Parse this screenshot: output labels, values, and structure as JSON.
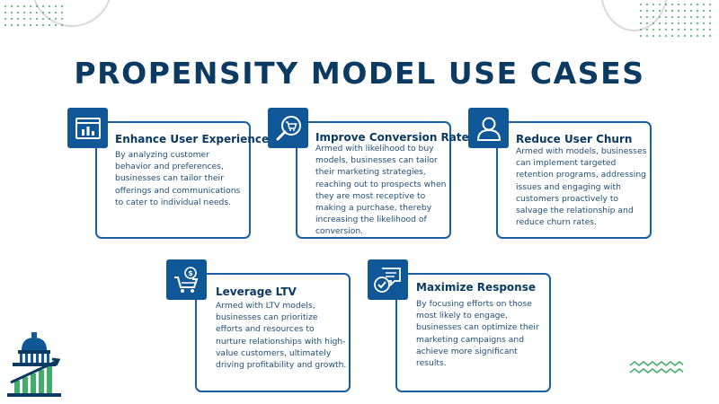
{
  "title": "PROPENSITY MODEL USE CASES",
  "cards": [
    {
      "title": "Enhance User Experience",
      "body": "By analyzing customer behavior and preferences, businesses can tailor their offerings and communications to cater to individual needs.",
      "icon": "bar-chart-window-icon"
    },
    {
      "title": "Improve Conversion Rate",
      "body": "Armed with likelihood to buy models, businesses can tailor their marketing strategies, reaching out to prospects when they are most receptive to making a purchase, thereby increasing the likelihood of conversion.",
      "icon": "shopping-cart-magnifier-icon"
    },
    {
      "title": "Reduce User Churn",
      "body": "Armed with models, businesses can implement targeted retention programs, addressing issues and engaging with customers proactively to salvage the relationship and reduce churn rates.",
      "icon": "user-icon"
    },
    {
      "title": "Leverage LTV",
      "body": "Armed with LTV models, businesses can prioritize efforts and resources to nurture relationships with high-value customers, ultimately driving profitability and growth.",
      "icon": "dollar-cart-icon"
    },
    {
      "title": "Maximize Response",
      "body": "By focusing efforts on those most likely to engage, businesses can optimize their marketing campaigns and achieve more significant results.",
      "icon": "chat-check-icon"
    }
  ],
  "colors": {
    "primary": "#0b3a63",
    "accent": "#0f5796",
    "green": "#3fae6a"
  }
}
